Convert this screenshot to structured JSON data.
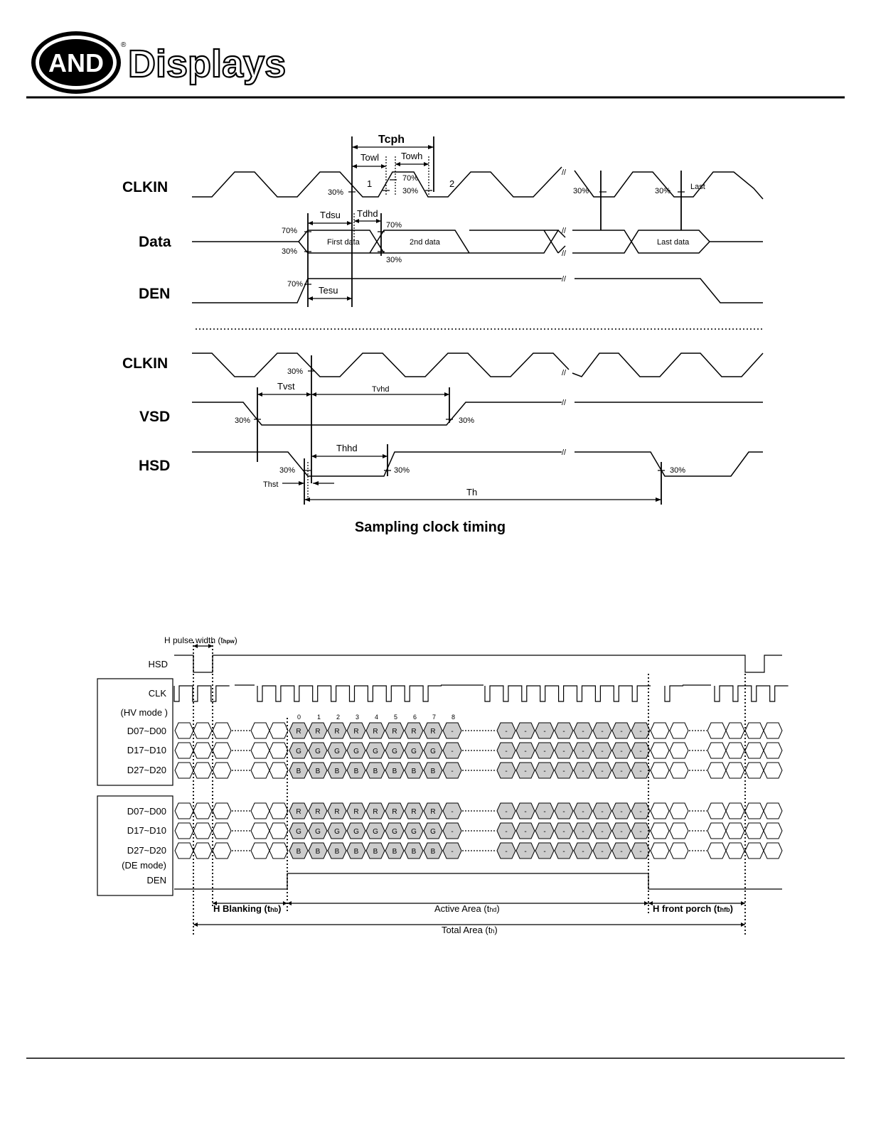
{
  "header": {
    "logo_badge": "AND",
    "logo_registered": "®",
    "logo_word": "Displays"
  },
  "diagram1": {
    "signals": {
      "clk1": "CLKIN",
      "data": "Data",
      "den": "DEN",
      "clk2": "CLKIN",
      "vsd": "VSD",
      "hsd": "HSD"
    },
    "timing": {
      "tcph": "Tcph",
      "towl": "Towl",
      "towh": "Towh",
      "tdsu": "Tdsu",
      "tdhd": "Tdhd",
      "tesu": "Tesu",
      "tvst": "Tvst",
      "tvhd": "Tvhd",
      "thhd": "Thhd",
      "thst": "Thst",
      "th": "Th"
    },
    "pct": {
      "p30": "30%",
      "p70": "70%"
    },
    "marks": {
      "one": "1",
      "two": "2",
      "last": "Last",
      "break": "//"
    },
    "data_cells": {
      "first": "First data",
      "second": "2nd data",
      "last": "Last data"
    },
    "caption": "Sampling clock timing"
  },
  "diagram2": {
    "hpulse": "H pulse width (t",
    "hpulse_sub": "hpw",
    "hpulse_end": ")",
    "signals": {
      "hsd": "HSD",
      "clk": "CLK",
      "hvmode": "(HV mode )",
      "d0": "D07~D00",
      "d1": "D17~D10",
      "d2": "D27~D20",
      "demode": "(DE mode)",
      "den": "DEN"
    },
    "indices": [
      "0",
      "1",
      "2",
      "3",
      "4",
      "5",
      "6",
      "7",
      "8"
    ],
    "cells": {
      "r": "R",
      "g": "G",
      "b": "B",
      "dash": "-"
    },
    "labels": {
      "hblank": "H Blanking (t",
      "hblank_sub": "hb",
      "active": "Active Area (t",
      "active_sub": "hd",
      "hfront": "H front porch (t",
      "hfront_sub": "hfb",
      "total": "Total Area (t",
      "total_sub": "h",
      "close": ")"
    }
  }
}
